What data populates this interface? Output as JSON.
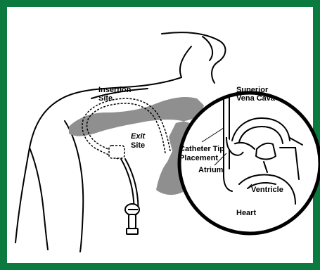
{
  "colors": {
    "frame": "#0b7a3e",
    "heart_fill": "#8f8f8f",
    "outline": "#000000",
    "background": "#ffffff"
  },
  "labels": {
    "insertion_site": [
      "Insertion",
      "Site"
    ],
    "exit_site": [
      "Exit",
      "Site"
    ],
    "superior_vena_cava": [
      "Superior",
      "Vena Cava"
    ],
    "catheter_tip_placement": [
      "Catheter Tip",
      "Placement"
    ],
    "atrium": "Atrium",
    "ventricle": "Ventricle",
    "heart": "Heart"
  }
}
